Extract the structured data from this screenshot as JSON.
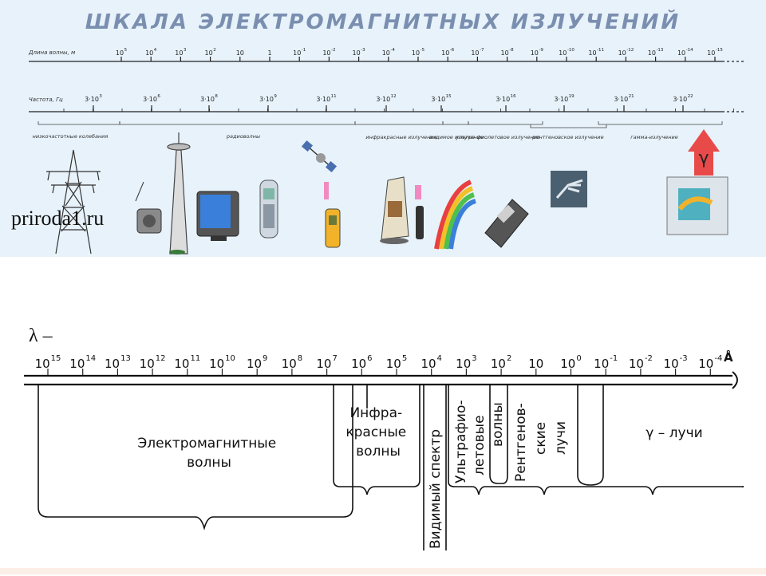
{
  "top": {
    "title": "ШКАЛА ЭЛЕКТРОМАГНИТНЫХ ИЗЛУЧЕНИЙ",
    "wavelength_axis_label": "Длина волны, м",
    "frequency_axis_label": "Частота, Гц",
    "wavelength_ticks": [
      {
        "base": "10",
        "exp": "5"
      },
      {
        "base": "10",
        "exp": "4"
      },
      {
        "base": "10",
        "exp": "3"
      },
      {
        "base": "10",
        "exp": "2"
      },
      {
        "base": "10",
        "exp": ""
      },
      {
        "base": "1",
        "exp": ""
      },
      {
        "base": "10",
        "exp": "-1"
      },
      {
        "base": "10",
        "exp": "-2"
      },
      {
        "base": "10",
        "exp": "-3"
      },
      {
        "base": "10",
        "exp": "-4"
      },
      {
        "base": "10",
        "exp": "-5"
      },
      {
        "base": "10",
        "exp": "-6"
      },
      {
        "base": "10",
        "exp": "-7"
      },
      {
        "base": "10",
        "exp": "-8"
      },
      {
        "base": "10",
        "exp": "-9"
      },
      {
        "base": "10",
        "exp": "-10"
      },
      {
        "base": "10",
        "exp": "-11"
      },
      {
        "base": "10",
        "exp": "-12"
      },
      {
        "base": "10",
        "exp": "-13"
      },
      {
        "base": "10",
        "exp": "-14"
      },
      {
        "base": "10",
        "exp": "-15"
      }
    ],
    "frequency_ticks": [
      {
        "base": "3·10",
        "exp": "3"
      },
      {
        "base": "3·10",
        "exp": "6"
      },
      {
        "base": "3·10",
        "exp": "8"
      },
      {
        "base": "3·10",
        "exp": "9"
      },
      {
        "base": "3·10",
        "exp": "11"
      },
      {
        "base": "3·10",
        "exp": "12"
      },
      {
        "base": "3·10",
        "exp": "15"
      },
      {
        "base": "3·10",
        "exp": "16"
      },
      {
        "base": "3·10",
        "exp": "19"
      },
      {
        "base": "3·10",
        "exp": "21"
      },
      {
        "base": "3·10",
        "exp": "22"
      }
    ],
    "bands": [
      "низкочастотные колебания",
      "радиоволны",
      "инфракрасные излучение",
      "видимое излучение",
      "ультра-фиолетовое излучение",
      "рентгеновское излучение",
      "гамма-излучение"
    ],
    "watermark": "priroda1.ru",
    "gamma_symbol": "γ"
  },
  "bottom": {
    "lambda_label": "λ –",
    "unit_label": "Å",
    "ticks": [
      {
        "base": "10",
        "exp": "15"
      },
      {
        "base": "10",
        "exp": "14"
      },
      {
        "base": "10",
        "exp": "13"
      },
      {
        "base": "10",
        "exp": "12"
      },
      {
        "base": "10",
        "exp": "11"
      },
      {
        "base": "10",
        "exp": "10"
      },
      {
        "base": "10",
        "exp": "9"
      },
      {
        "base": "10",
        "exp": "8"
      },
      {
        "base": "10",
        "exp": "7"
      },
      {
        "base": "10",
        "exp": "6"
      },
      {
        "base": "10",
        "exp": "5"
      },
      {
        "base": "10",
        "exp": "4"
      },
      {
        "base": "10",
        "exp": "3"
      },
      {
        "base": "10",
        "exp": "2"
      },
      {
        "base": "10",
        "exp": ""
      },
      {
        "base": "10",
        "exp": "0"
      },
      {
        "base": "10",
        "exp": "-1"
      },
      {
        "base": "10",
        "exp": "-2"
      },
      {
        "base": "10",
        "exp": "-3"
      },
      {
        "base": "10",
        "exp": "-4"
      }
    ],
    "regions": {
      "em_waves": [
        "Электромагнитные",
        "волны"
      ],
      "infrared": [
        "Инфра-",
        "красные",
        "волны"
      ],
      "visible": "Видимый спектр",
      "ultraviolet": [
        "Ультрафио-",
        "летовые",
        "волны"
      ],
      "xray": [
        "Рентгенов-",
        "ские",
        "лучи"
      ],
      "gamma": "γ – лучи"
    }
  }
}
